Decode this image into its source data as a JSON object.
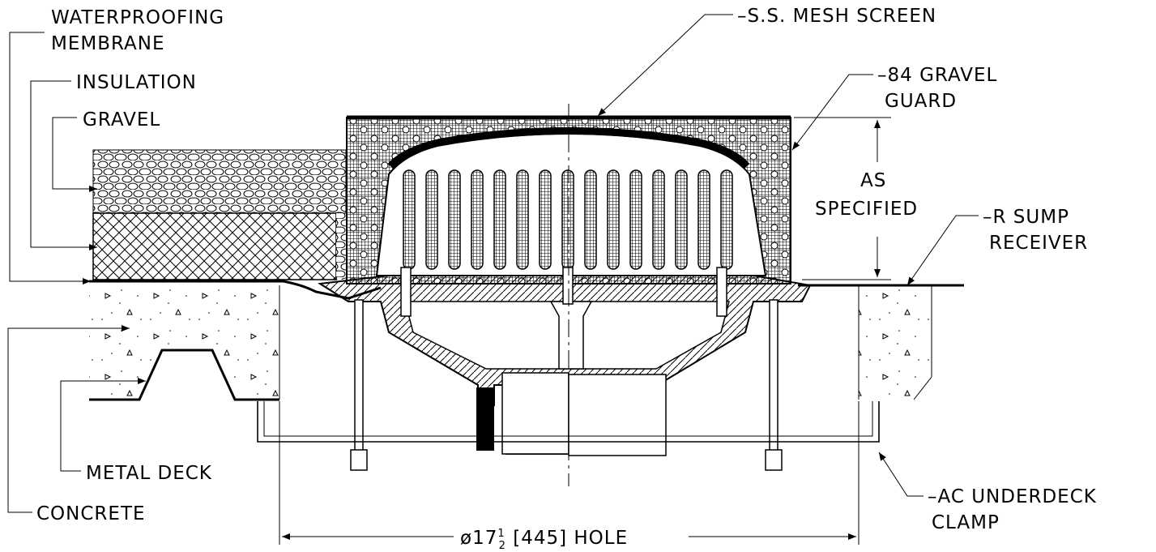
{
  "labels": {
    "waterproofing_line1": "WATERPROOFING",
    "waterproofing_line2": "MEMBRANE",
    "insulation": "INSULATION",
    "gravel": "GRAVEL",
    "concrete": "CONCRETE",
    "metal_deck": "METAL DECK",
    "mesh_screen": "–S.S. MESH SCREEN",
    "gravel_guard_line1": "–84 GRAVEL",
    "gravel_guard_line2": "GUARD",
    "as_specified_line1": "AS",
    "as_specified_line2": "SPECIFIED",
    "sump_line1": "–R SUMP",
    "sump_line2": "RECEIVER",
    "clamp_line1": "–AC UNDERDECK",
    "clamp_line2": "CLAMP",
    "hole_prefix": "ø17",
    "hole_frac_num": "1",
    "hole_frac_den": "2",
    "hole_suffix": " [445] HOLE"
  },
  "colors": {
    "ink": "#000000",
    "paper": "#ffffff"
  }
}
